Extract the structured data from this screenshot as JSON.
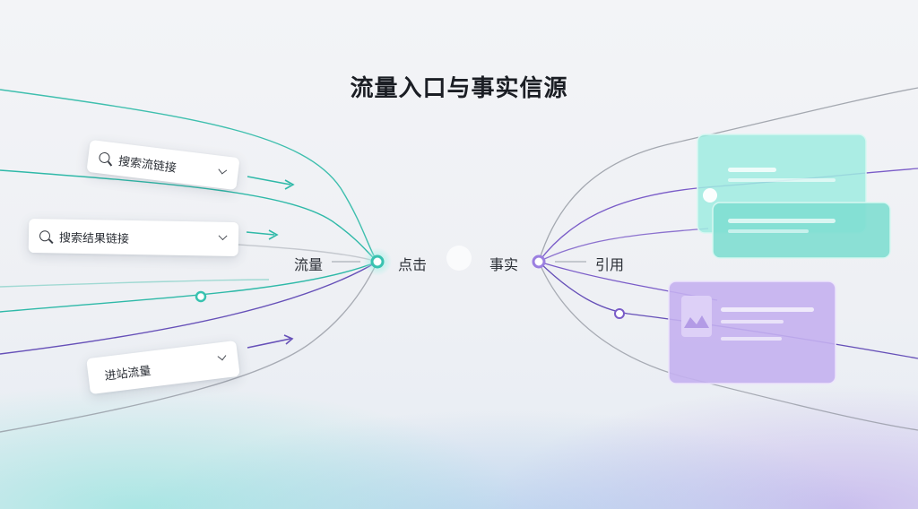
{
  "title": "流量入口与事实信源",
  "left_cards": [
    {
      "text": "搜索流链接",
      "icon": "search-icon"
    },
    {
      "text": "搜索结果链接",
      "icon": "search-icon"
    },
    {
      "text": "进站流量",
      "icon": ""
    }
  ],
  "left_hub": {
    "label_before": "流量",
    "label_after": "点击"
  },
  "right_hub": {
    "label_before": "事实",
    "label_after": "引用"
  },
  "colors": {
    "teal": "#2fb9a8",
    "purple": "#7a5cc8",
    "gray_line": "#8a8f98",
    "teal_panel": "#7fe3d6",
    "purple_panel": "#b59be8"
  }
}
